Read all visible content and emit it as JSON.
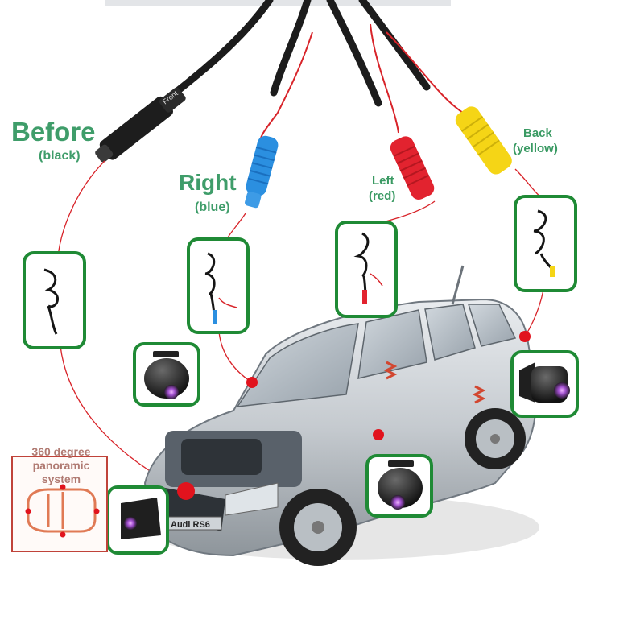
{
  "labels": {
    "before": "Before",
    "before_sub": "(black)",
    "right": "Right",
    "right_sub": "(blue)",
    "left": "Left",
    "left_sub": "(red)",
    "back": "Back",
    "back_sub": "(yellow)"
  },
  "connector_text": "Front",
  "car_plate": "Audi RS6",
  "system_panel": {
    "line1": "360 degree",
    "line2": "panoramic",
    "line3": "system"
  },
  "colors": {
    "label_green": "#3f9d6a",
    "frame_green": "#1f8a35",
    "wire_red": "#d8242a",
    "plug_blue": "#2b8fe0",
    "plug_red": "#e2232f",
    "plug_yellow": "#f5d516",
    "plug_black": "#1d1d1d",
    "panel_red": "#c0433a"
  },
  "icons": [
    "camera-icon",
    "cable-icon",
    "car-icon",
    "car-top-icon"
  ]
}
